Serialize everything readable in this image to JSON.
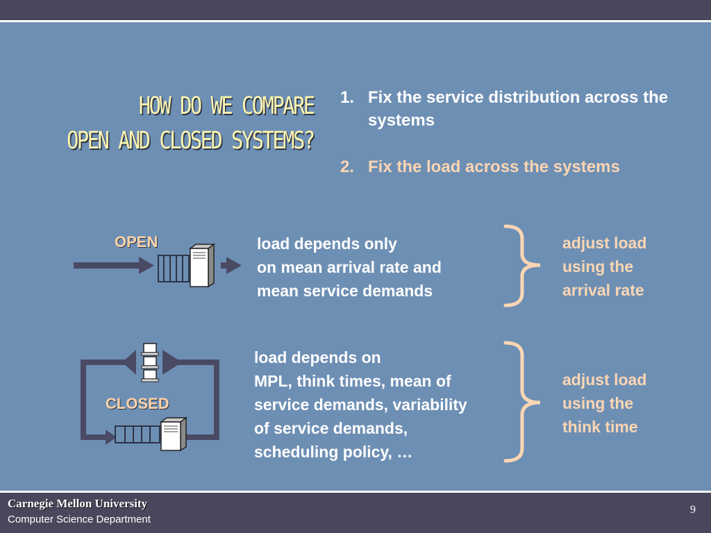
{
  "title": {
    "line1": "HOW DO WE COMPARE",
    "line2": "OPEN AND CLOSED SYSTEMS?"
  },
  "steps": [
    {
      "num": "1.",
      "text": "Fix the service distribution across the systems"
    },
    {
      "num": "2.",
      "text": "Fix the load across the systems"
    }
  ],
  "open": {
    "label": "OPEN",
    "desc": [
      "load depends only",
      "on mean arrival rate and",
      "mean service demands"
    ],
    "adjust": [
      "adjust load",
      "using the",
      "arrival rate"
    ]
  },
  "closed": {
    "label": "CLOSED",
    "desc": [
      "load depends on",
      "MPL, think times, mean of",
      "service demands, variability",
      "of service demands,",
      "scheduling policy, …"
    ],
    "adjust": [
      "adjust load",
      "using the",
      "think time"
    ]
  },
  "footer": {
    "university": "Carnegie Mellon University",
    "department": "Computer Science Department",
    "page": "9"
  },
  "colors": {
    "background": "#6e8fb4",
    "bar": "#48475c",
    "title": "#fdf5b0",
    "accent": "#fbd6b3",
    "arrow": "#4a4a64"
  }
}
